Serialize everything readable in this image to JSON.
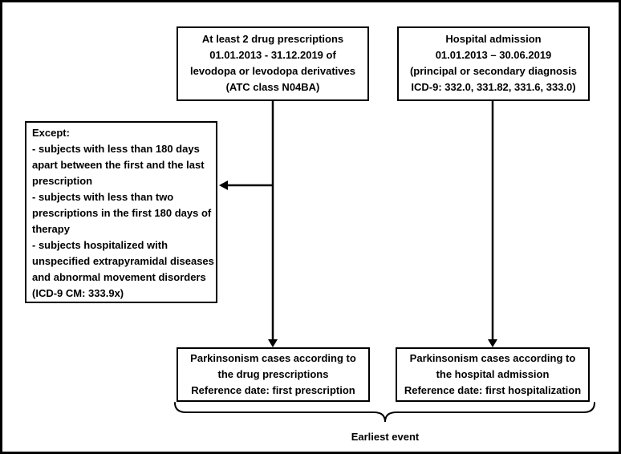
{
  "flowchart": {
    "background_color": "#ffffff",
    "line_color": "#000000",
    "boxes": {
      "drug_criteria": {
        "lines": [
          "At least 2 drug prescriptions",
          "01.01.2013 - 31.12.2019 of",
          "levodopa or levodopa derivatives",
          "(ATC class N04BA)"
        ]
      },
      "hospital_criteria": {
        "lines": [
          "Hospital admission",
          "01.01.2013 – 30.06.2019",
          "(principal or secondary diagnosis",
          "ICD-9: 332.0, 331.82, 331.6, 333.0)"
        ]
      },
      "exclusion": {
        "lines": [
          "Except:",
          "- subjects with less than 180 days",
          "apart between the first and the last",
          "prescription",
          "- subjects with less than two",
          "prescriptions in the first 180 days of",
          "therapy",
          "- subjects hospitalized with",
          "unspecified extrapyramidal diseases",
          "and abnormal movement disorders",
          "(ICD-9 CM: 333.9x)"
        ]
      },
      "drug_outcome": {
        "lines": [
          "Parkinsonism cases according to",
          "the drug prescriptions",
          "Reference date: first prescription"
        ]
      },
      "hospital_outcome": {
        "lines": [
          "Parkinsonism cases according to",
          "the hospital admission",
          "Reference date: first hospitalization"
        ]
      }
    },
    "brace_label": "Earliest event"
  }
}
